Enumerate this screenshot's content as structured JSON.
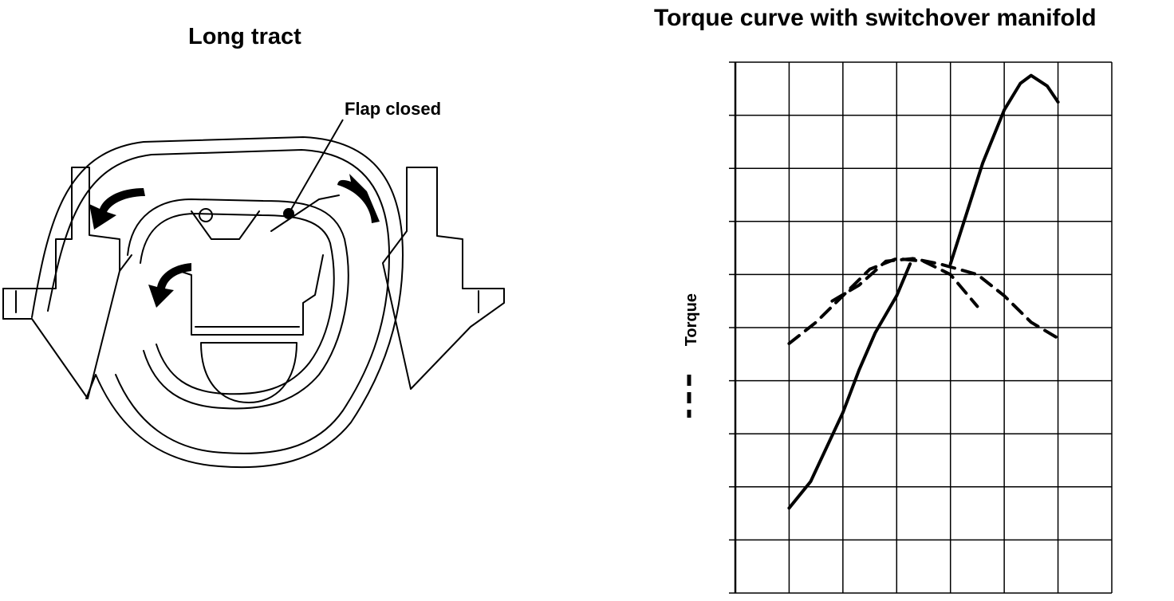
{
  "diagram": {
    "title": "Long tract",
    "flap_label": "Flap closed"
  },
  "chart_data": {
    "type": "line",
    "title": "Torque curve with switchover manifold",
    "xlabel": "",
    "ylabel": "Torque",
    "grid": true,
    "xlim": [
      0,
      7
    ],
    "ylim": [
      0,
      10
    ],
    "series": [
      {
        "name": "",
        "style": "solid",
        "x": [
          1.0,
          1.4,
          2.0,
          2.3,
          2.6,
          3.0,
          3.25
        ],
        "y": [
          1.6,
          2.1,
          3.4,
          4.2,
          4.9,
          5.6,
          6.2
        ]
      },
      {
        "name": "",
        "style": "solid",
        "x": [
          4.0,
          4.6,
          5.0,
          5.3,
          5.5,
          5.8,
          6.0
        ],
        "y": [
          6.2,
          8.1,
          9.1,
          9.6,
          9.75,
          9.55,
          9.25
        ]
      },
      {
        "name": "",
        "style": "dashed",
        "x": [
          1.0,
          1.5,
          2.0,
          2.5,
          3.0,
          3.5,
          4.0,
          4.5
        ],
        "y": [
          4.7,
          5.1,
          5.6,
          6.1,
          6.3,
          6.25,
          6.0,
          5.4
        ]
      },
      {
        "name": "",
        "style": "dashed",
        "x": [
          1.8,
          2.3,
          2.8,
          3.3,
          3.8,
          4.5,
          5.0,
          5.5,
          6.0
        ],
        "y": [
          5.5,
          5.8,
          6.25,
          6.3,
          6.2,
          6.0,
          5.6,
          5.1,
          4.8
        ]
      }
    ]
  }
}
